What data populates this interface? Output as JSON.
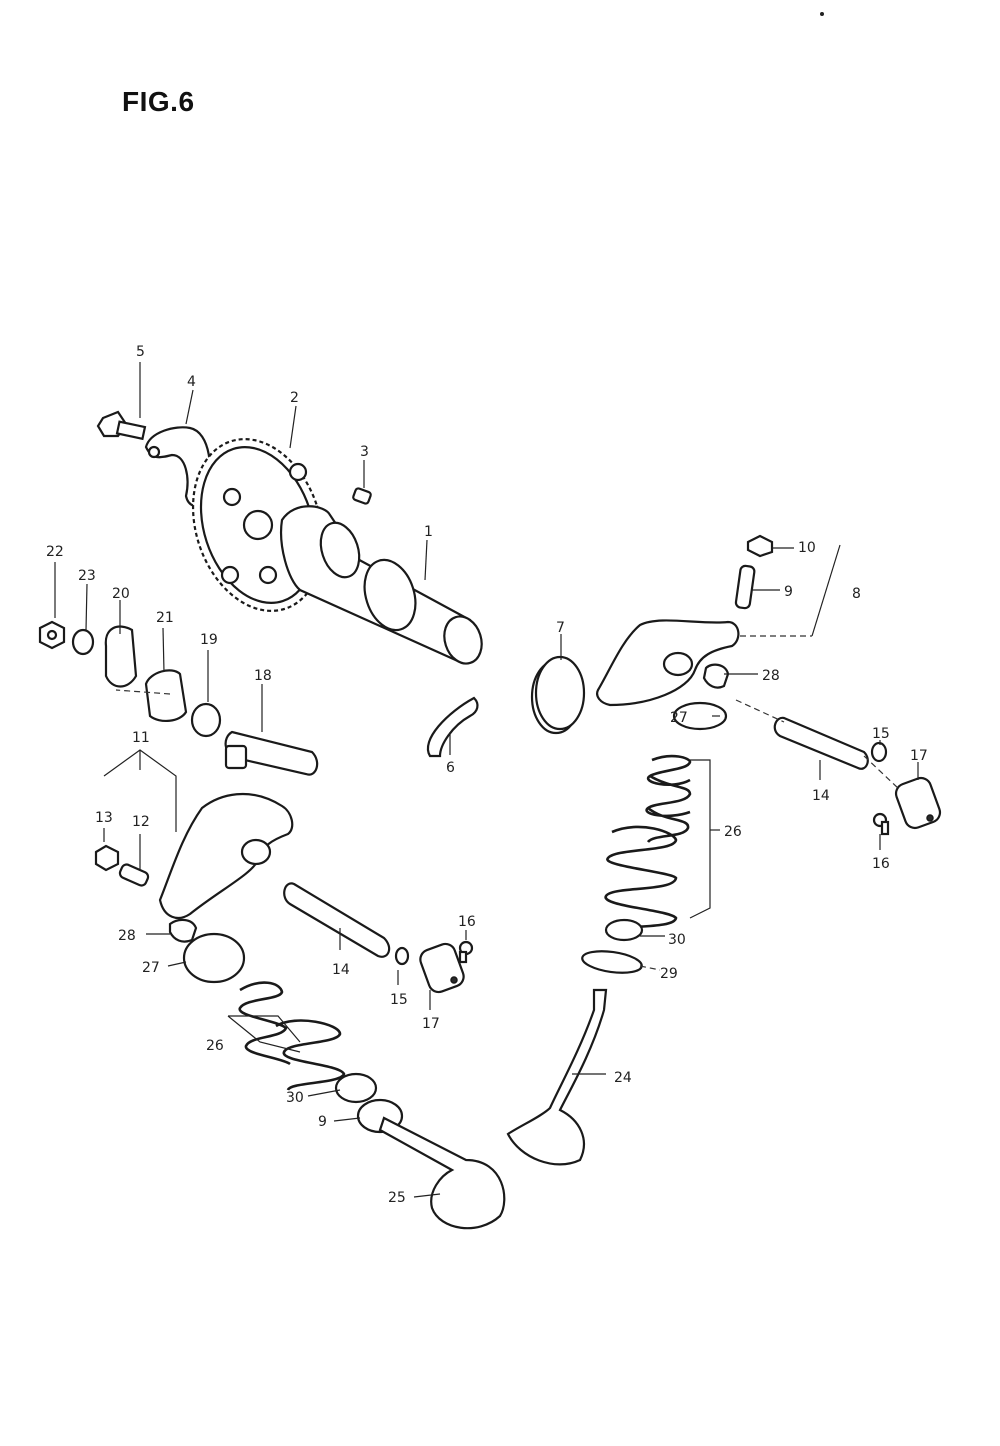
{
  "figure": {
    "title": "FIG.6"
  },
  "labels": {
    "l1": "1",
    "l2": "2",
    "l3": "3",
    "l4": "4",
    "l5": "5",
    "l6": "6",
    "l7": "7",
    "l8": "8",
    "l9a": "9",
    "l10": "10",
    "l11": "11",
    "l12": "12",
    "l13": "13",
    "l14a": "14",
    "l15a": "15",
    "l16a": "16",
    "l17a": "17",
    "l28a": "28",
    "l27a": "27",
    "l26a": "26",
    "l30a": "30",
    "l29": "29",
    "l24": "24",
    "l22": "22",
    "l23": "23",
    "l20": "20",
    "l21": "21",
    "l19": "19",
    "l18": "18",
    "l28b": "28",
    "l27b": "27",
    "l14b": "14",
    "l16b": "16",
    "l15b": "15",
    "l17b": "17",
    "l26b": "26",
    "l30b": "30",
    "l9b": "9",
    "l25": "25"
  }
}
